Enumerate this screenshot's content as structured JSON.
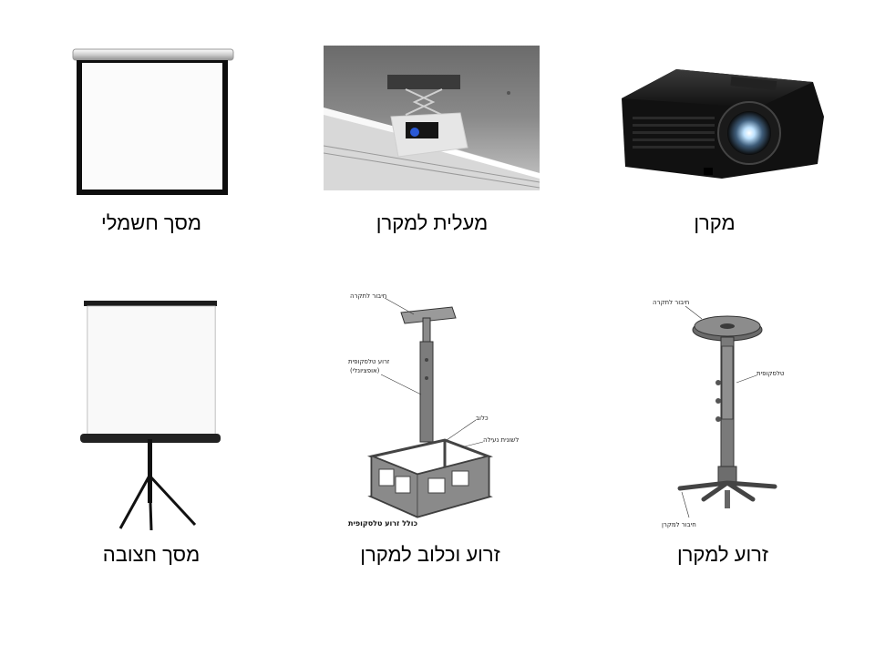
{
  "items": [
    {
      "caption": "מקרן"
    },
    {
      "caption": "מעלית למקרן"
    },
    {
      "caption": "מסך חשמלי"
    },
    {
      "caption": "זרוע למקרן"
    },
    {
      "caption": "זרוע וכלוב למקרן"
    },
    {
      "caption": "מסך חצובה"
    }
  ],
  "diagram_labels": {
    "arm": {
      "ceiling_connection": "חיבור לתקרה",
      "telescopic_arm": "זרוע טלסקופית",
      "projector_connection": "חיבור למקרן"
    },
    "cage": {
      "ceiling_connection": "חיבור לתקרה",
      "telescopic_arm": "זרוע טלסקופית",
      "optional": "(אופציונלי)",
      "cage": "כלוב",
      "locking_tab": "לשונית נעילה",
      "includes_arm": "כולל זרוע טלסקופית"
    }
  }
}
